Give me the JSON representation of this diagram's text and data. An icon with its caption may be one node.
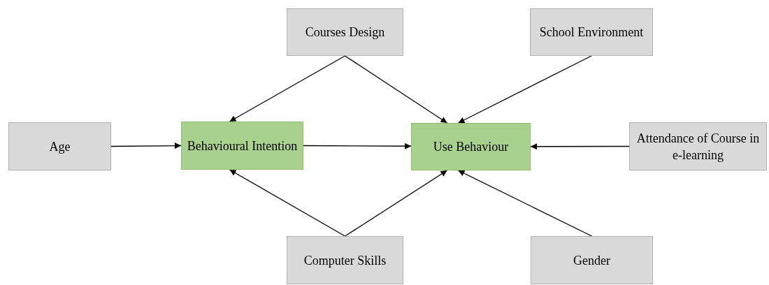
{
  "diagram": {
    "nodes": [
      {
        "text": [
          "Courses Design"
        ]
      },
      {
        "text": [
          "School Environment"
        ]
      },
      {
        "text": [
          "Age"
        ]
      },
      {
        "text": [
          "Behavioural Intention"
        ]
      },
      {
        "text": [
          "Use Behaviour"
        ]
      },
      {
        "text": [
          "Attendance of Course in e-learning"
        ]
      },
      {
        "text": [
          "Computer Skills"
        ]
      },
      {
        "text": [
          "Gender"
        ]
      }
    ],
    "edges": [
      {
        "from": 0,
        "to": 3,
        "arrow": "to"
      },
      {
        "from": 0,
        "to": 4,
        "arrow": "to"
      },
      {
        "from": 1,
        "to": 4,
        "arrow": "to"
      },
      {
        "from": 2,
        "to": 3,
        "arrow": "to"
      },
      {
        "from": 3,
        "to": 4,
        "arrow": "to"
      },
      {
        "from": 5,
        "to": 4,
        "arrow": "to"
      },
      {
        "from": 6,
        "to": 3,
        "arrow": "to"
      },
      {
        "from": 6,
        "to": 4,
        "arrow": "to"
      },
      {
        "from": 7,
        "to": 4,
        "arrow": "to"
      }
    ]
  }
}
